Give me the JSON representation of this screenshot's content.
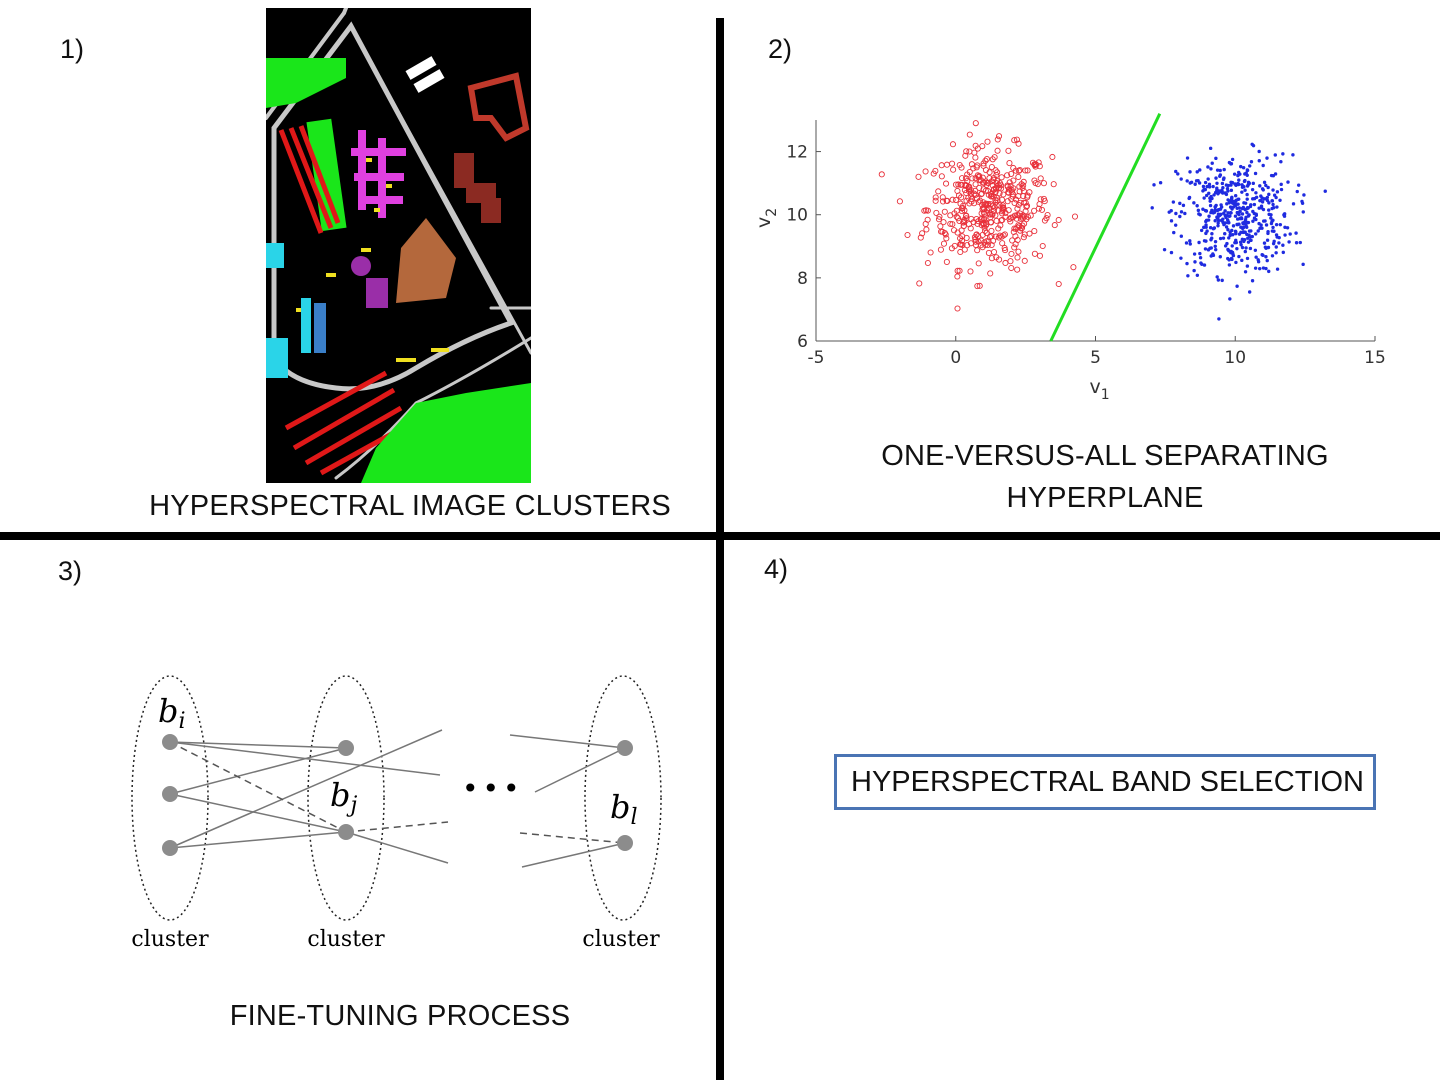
{
  "panels": [
    {
      "number": "1)",
      "caption": "HYPERSPECTRAL IMAGE CLUSTERS"
    },
    {
      "number": "2)",
      "caption_line1": "ONE-VERSUS-ALL SEPARATING",
      "caption_line2": "HYPERPLANE"
    },
    {
      "number": "3)",
      "caption": "FINE-TUNING PROCESS"
    },
    {
      "number": "4)",
      "box_label": "HYPERSPECTRAL BAND SELECTION"
    }
  ],
  "chart_data": {
    "type": "scatter",
    "xlim": [
      -5,
      15
    ],
    "ylim": [
      6,
      13
    ],
    "xticks": [
      "-5",
      "0",
      "5",
      "10",
      "15"
    ],
    "yticks": [
      "6",
      "8",
      "10",
      "12"
    ],
    "xlabel": "v",
    "xlabel_sub": "1",
    "ylabel": "v",
    "ylabel_sub": "2",
    "series": [
      {
        "marker": "circle",
        "color": "#e8303a",
        "center": [
          1.2,
          10.2
        ],
        "spread": [
          1.3,
          1.1
        ],
        "count": 450
      },
      {
        "marker": "dot",
        "color": "#1f2be0",
        "center": [
          10.0,
          10.0
        ],
        "spread": [
          1.2,
          1.1
        ],
        "count": 500
      }
    ],
    "separator": {
      "color": "#22dd22",
      "points": [
        [
          3.4,
          6.0
        ],
        [
          7.3,
          13.2
        ]
      ]
    }
  },
  "graph": {
    "node_labels": [
      "b",
      "b",
      "b"
    ],
    "node_subscripts": [
      "i",
      "j",
      "l"
    ],
    "cluster_label": "cluster",
    "ellipsis": "•••",
    "node_color": "#8c8c8c"
  },
  "map_colors": {
    "background": "#000000",
    "green": "#1ae61a",
    "red": "#e01818",
    "magenta": "#e040e0",
    "yellow": "#f0e020",
    "brown": "#b4683c",
    "purple": "#9a2ea8",
    "cyan": "#2ad4e8",
    "gray": "#c8c8c8"
  }
}
